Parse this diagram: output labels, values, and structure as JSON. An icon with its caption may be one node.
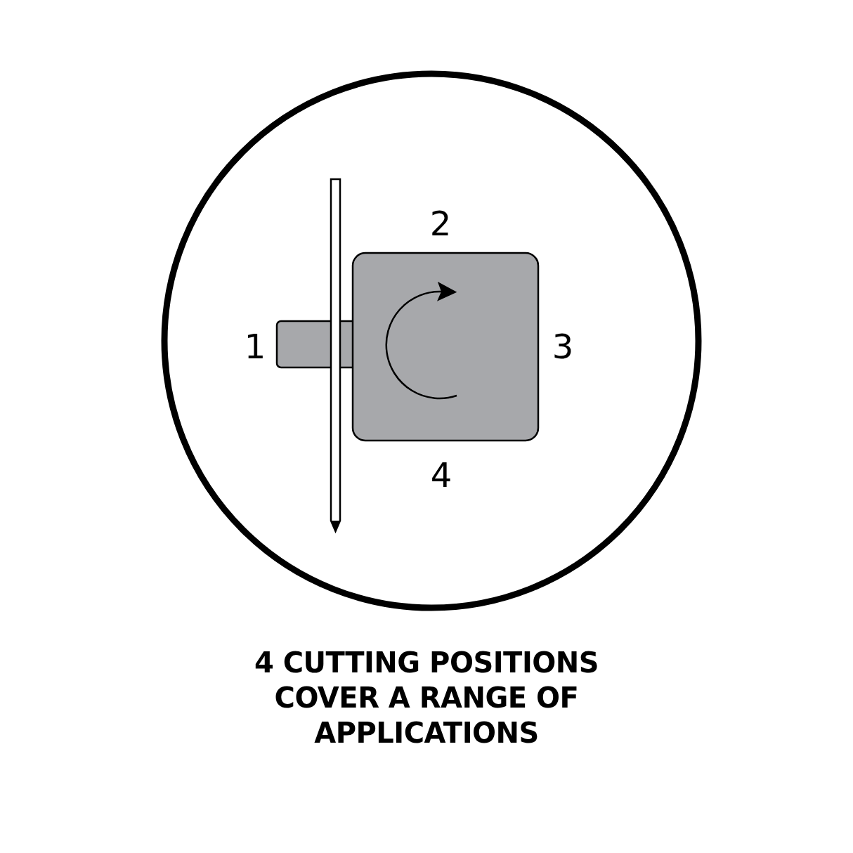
{
  "diagram": {
    "caption": "4 CUTTING POSITIONS COVER A RANGE OF APPLICATIONS",
    "labels": [
      "2",
      "1",
      "3",
      "4"
    ]
  }
}
